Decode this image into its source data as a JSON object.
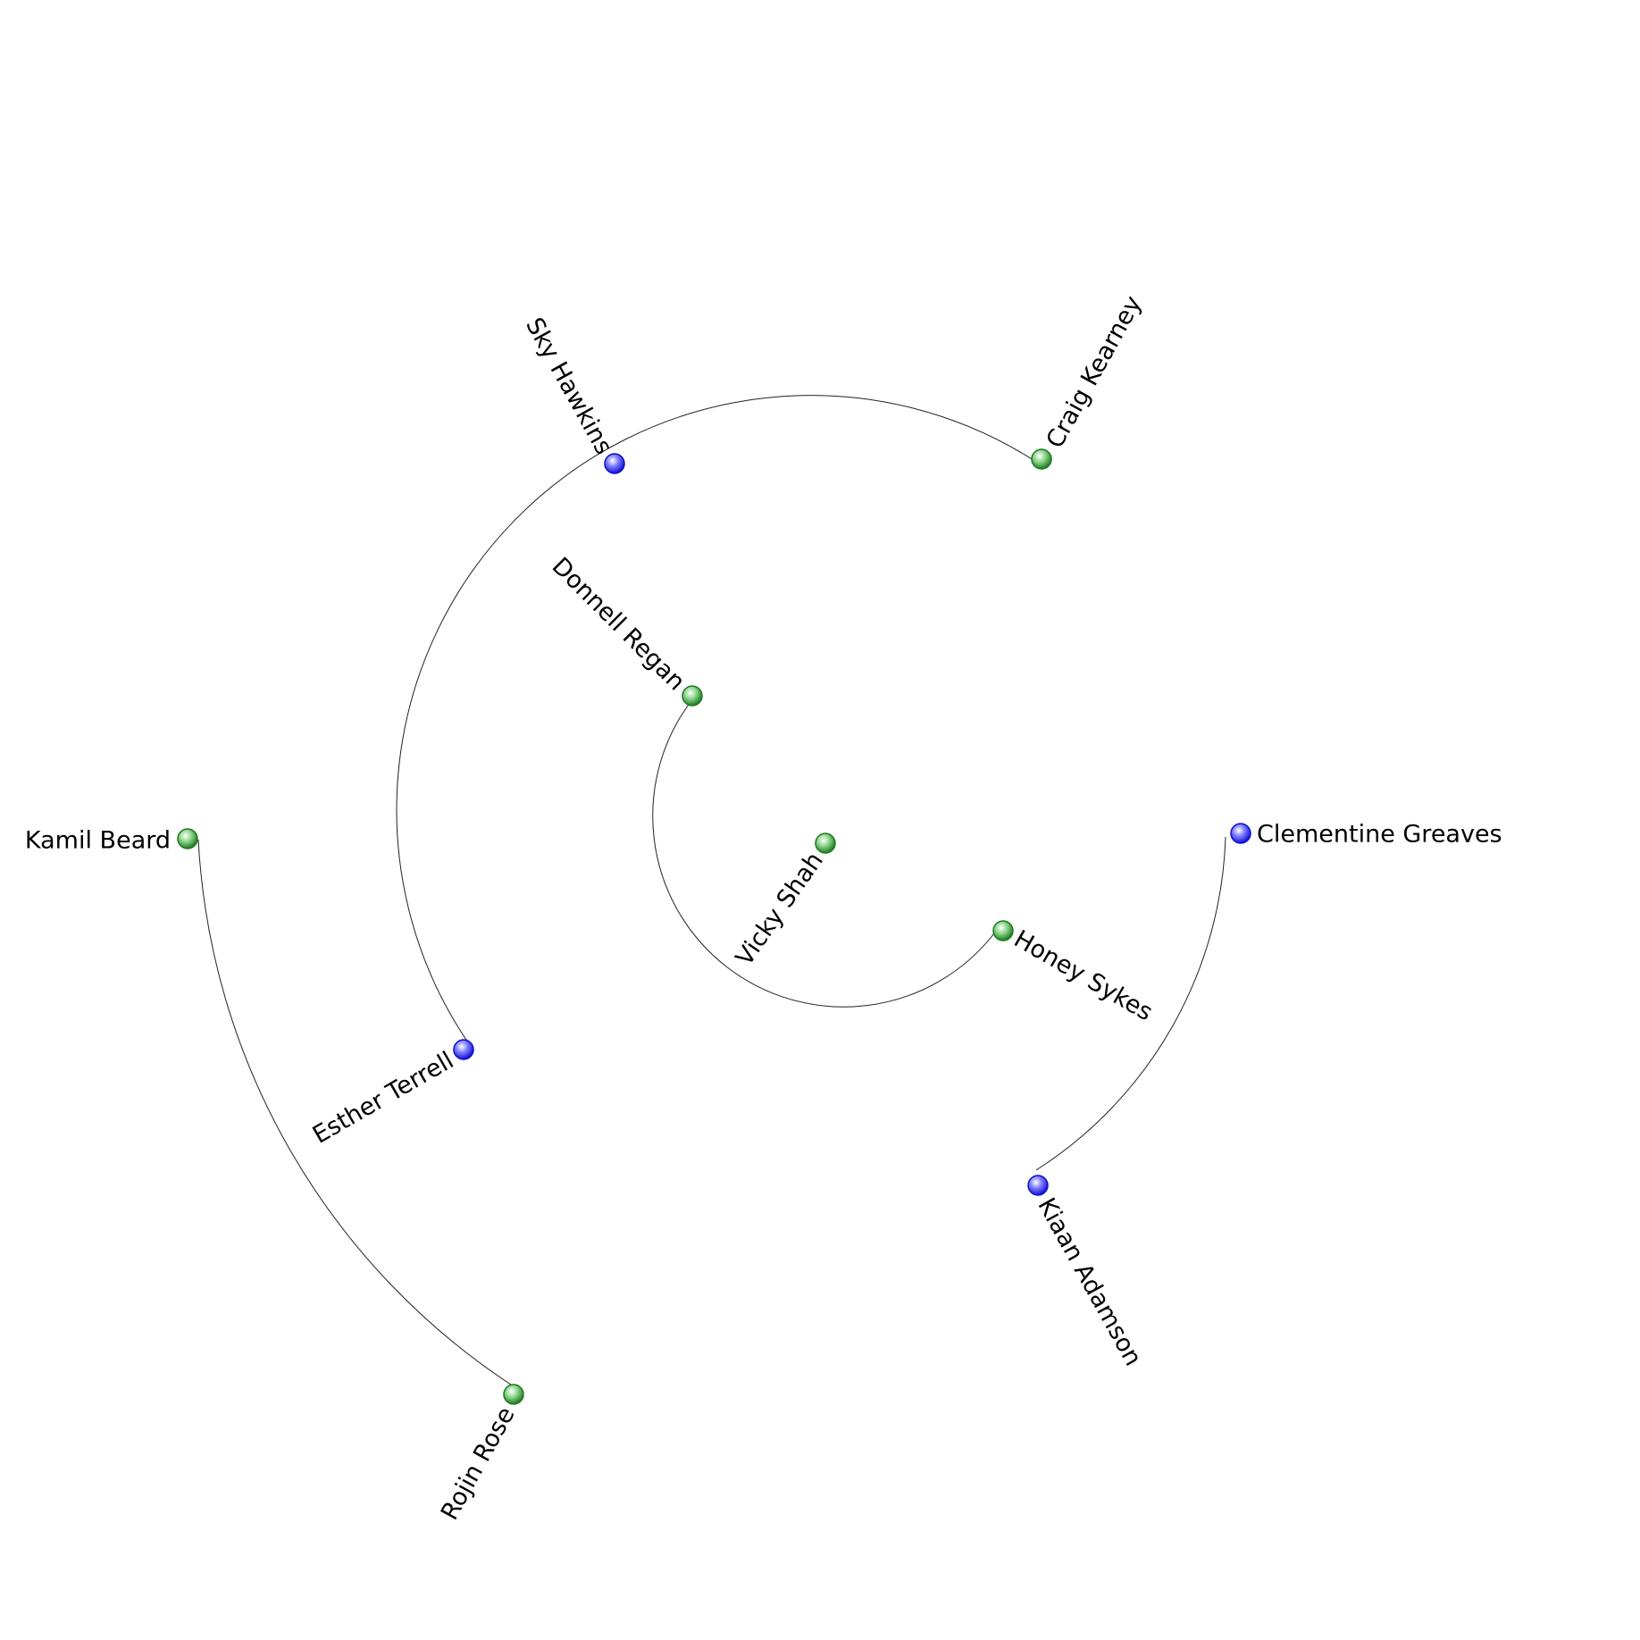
{
  "colors": {
    "green_node": "#2e8b2e",
    "blue_node": "#2222ee",
    "edge": "#222222",
    "label": "#000000"
  },
  "nodes": [
    {
      "id": "vicky-shah",
      "label": "Vicky Shah",
      "color": "green"
    },
    {
      "id": "donnell-regan",
      "label": "Donnell Regan",
      "color": "green"
    },
    {
      "id": "honey-sykes",
      "label": "Honey Sykes",
      "color": "green"
    },
    {
      "id": "sky-hawkins",
      "label": "Sky Hawkins",
      "color": "blue"
    },
    {
      "id": "craig-kearney",
      "label": "Craig Kearney",
      "color": "green"
    },
    {
      "id": "esther-terrell",
      "label": "Esther Terrell",
      "color": "blue"
    },
    {
      "id": "clementine-greaves",
      "label": "Clementine Greaves",
      "color": "blue"
    },
    {
      "id": "kiaan-adamson",
      "label": "Kiaan Adamson",
      "color": "blue"
    },
    {
      "id": "kamil-beard",
      "label": "Kamil Beard",
      "color": "green"
    },
    {
      "id": "rojin-rose",
      "label": "Rojin Rose",
      "color": "green"
    }
  ],
  "edges": [
    {
      "from": "donnell-regan",
      "to": "honey-sykes"
    },
    {
      "from": "craig-kearney",
      "to": "esther-terrell"
    },
    {
      "from": "clementine-greaves",
      "to": "kiaan-adamson"
    },
    {
      "from": "kamil-beard",
      "to": "rojin-rose"
    }
  ]
}
